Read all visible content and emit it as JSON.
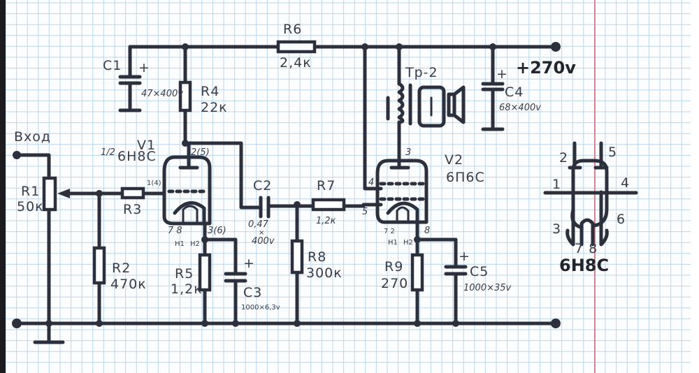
{
  "title": "Tube amplifier schematic (hand-drawn)",
  "colors": {
    "ink": "#2b303c",
    "grid": "#bcd6ea",
    "margin": "#e06070"
  },
  "labels": {
    "input": "Вход",
    "r1": "R1",
    "r1_val": "50к",
    "r2": "R2",
    "r2_val": "470к",
    "r3": "R3",
    "r4": "R4",
    "r4_val": "22к",
    "r5": "R5",
    "r5_val": "1,2к",
    "r6": "R6",
    "r6_val": "2,4к",
    "r7": "R7",
    "r7_val": "1,2к",
    "r8": "R8",
    "r8_val": "300к",
    "r9": "R9",
    "r9_val": "270",
    "c1": "C1",
    "c1_val": "47×400v",
    "c2": "C2",
    "c2_val1": "0,47",
    "c2_x": "×",
    "c2_val2": "400v",
    "c3": "C3",
    "c3_val": "1000×6,3v",
    "c4": "C4",
    "c4_val": "68×400v",
    "c5": "C5",
    "c5_val": "1000×35v",
    "plus": "+",
    "supply": "+270v",
    "v1": "V1",
    "v1_half": "1/2",
    "v1_type": "6Н8С",
    "v1_pin_anode": "2(5)",
    "v1_pin_grid": "1(4)",
    "v1_pin_cathode": "3(6)",
    "v1_pin_heater": "7 8",
    "h1": "H1",
    "h2": "H2",
    "v2": "V2",
    "v2_type": "6П6С",
    "v2_pin_anode": "3",
    "v2_pin_screen": "4",
    "v2_pin_grid": "5",
    "v2_pin_cathode": "8",
    "v2_pin_heater": "7 2",
    "transformer": "Tp-2",
    "pinout_title": "6Н8С",
    "pinout_pins": [
      "2",
      "5",
      "1",
      "4",
      "3",
      "6",
      "7 8"
    ]
  }
}
